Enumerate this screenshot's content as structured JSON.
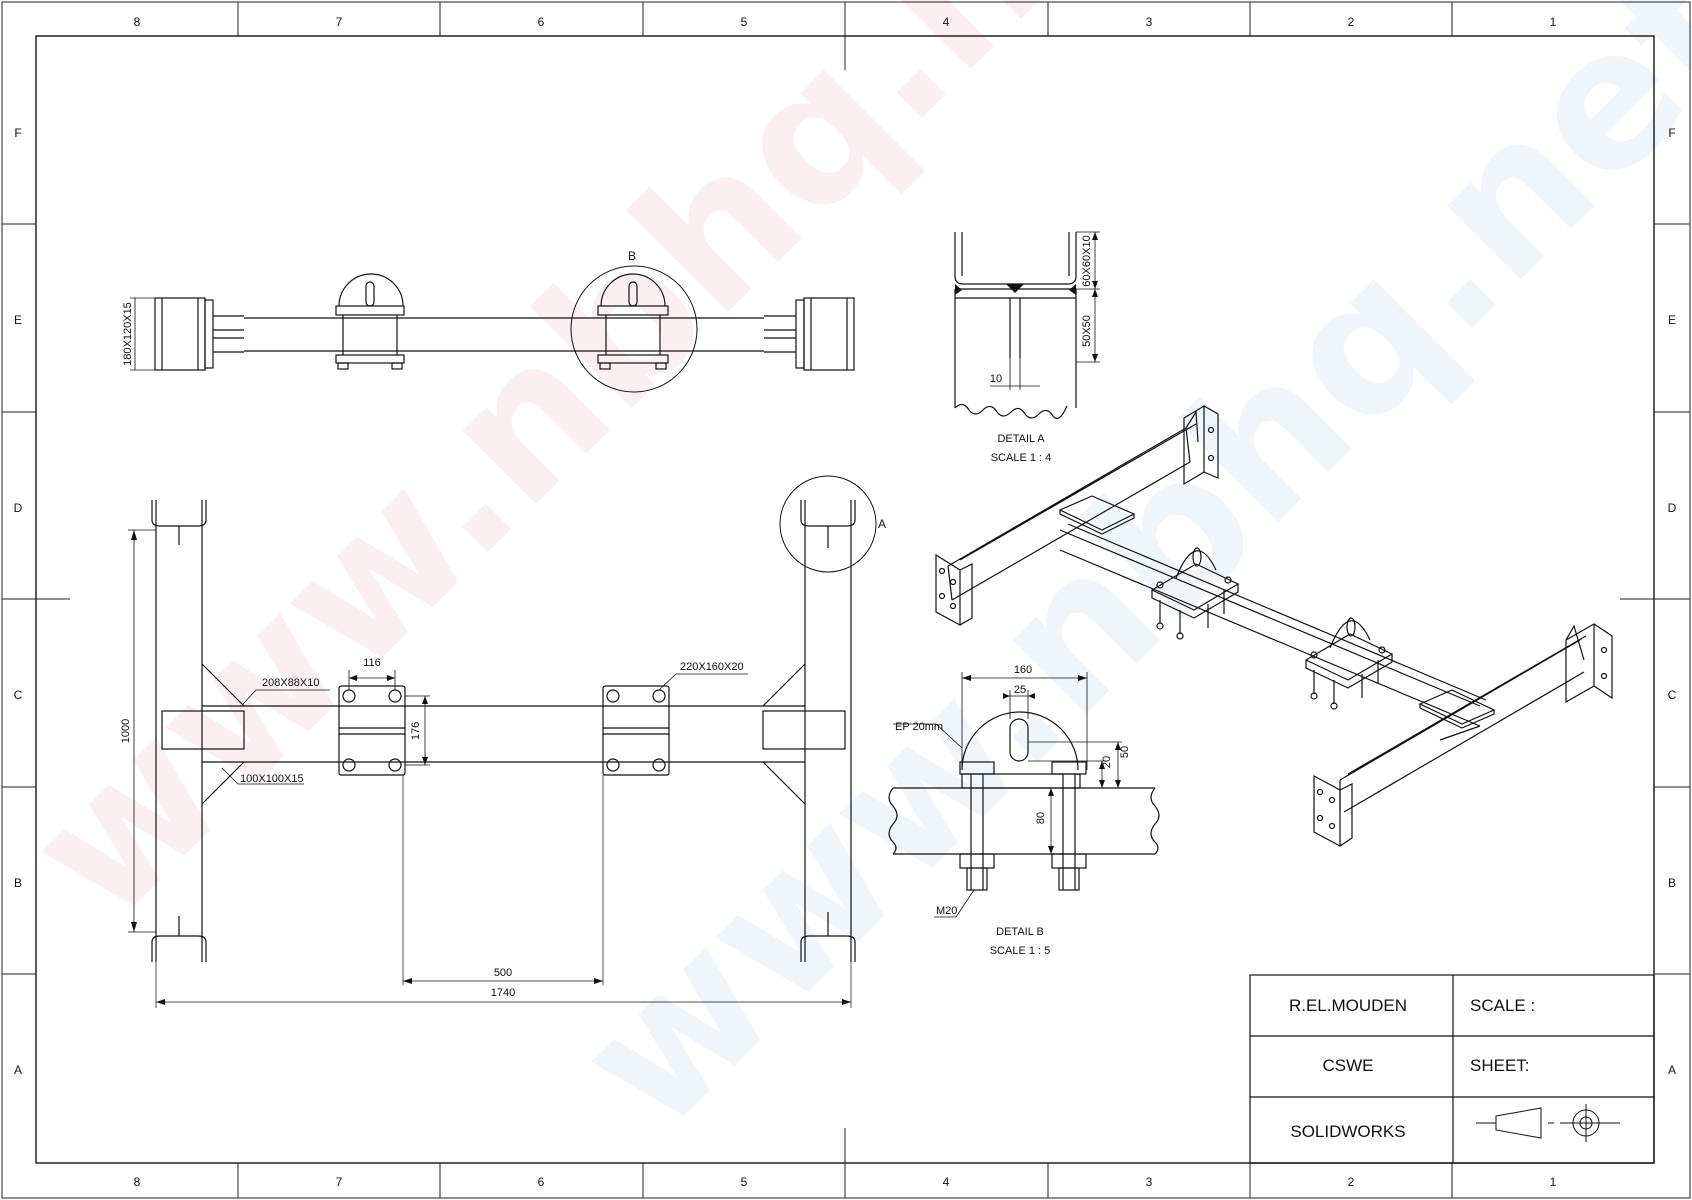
{
  "border": {
    "columns": [
      "8",
      "7",
      "6",
      "5",
      "4",
      "3",
      "2",
      "1"
    ],
    "rows": [
      "F",
      "E",
      "D",
      "C",
      "B",
      "A"
    ]
  },
  "watermark": "www.nbhq.net",
  "top_view": {
    "callout": "B",
    "dim_end_plate": "180X120X15"
  },
  "plan_view": {
    "callout": "A",
    "dim_height": "1000",
    "dim_clamp_width": "116",
    "dim_clamp_height": "176",
    "label_plate": "208X88X10",
    "label_tube": "100X100X15",
    "label_clamp_plate": "220X160X20",
    "dim_spacing": "500",
    "dim_length": "1740"
  },
  "detail_a": {
    "dim_channel": "60X60X10",
    "dim_tee": "50X50",
    "dim_web": "10",
    "title": "DETAIL A",
    "scale": "SCALE 1 : 4"
  },
  "detail_b": {
    "dim_width": "160",
    "dim_slot": "25",
    "label_plate": "EP 20mm",
    "dim_50": "50",
    "dim_20": "20",
    "dim_80": "80",
    "label_bolt": "M20",
    "title": "DETAIL B",
    "scale": "SCALE 1 : 5"
  },
  "title_block": {
    "author": "R.EL.MOUDEN",
    "scale_label": "SCALE :",
    "org": "CSWE",
    "sheet_label": "SHEET:",
    "software": "SOLIDWORKS"
  }
}
